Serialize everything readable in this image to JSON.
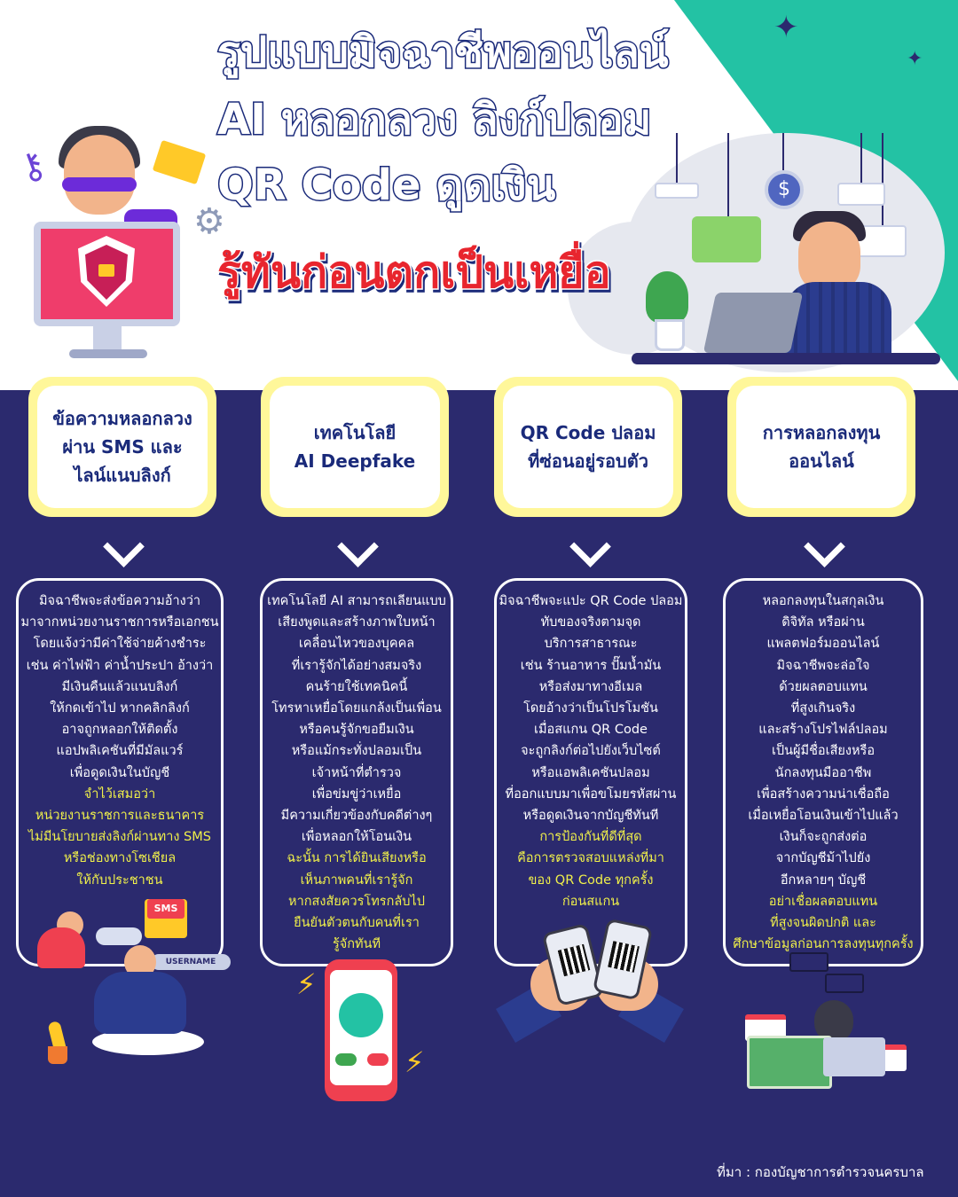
{
  "title": {
    "line1": "รูปแบบมิจฉาชีพออนไลน์",
    "line2": "AI หลอกลวง ลิงก์ปลอม",
    "line3": "QR Code ดูดเงิน",
    "line4": "รู้ทันก่อนตกเป็นเหยื่อ"
  },
  "colors": {
    "navy": "#2b2a6e",
    "teal": "#23c2a4",
    "yellow_highlight": "#f0f04a",
    "card_border": "#fff79a",
    "red": "#e8252e"
  },
  "icons": [
    "key-icon",
    "envelope-icon",
    "gear-icon",
    "shield-lock-icon",
    "credit-card-icon",
    "coin-icon",
    "sparkle-icon",
    "chevron-down-icon",
    "sms-icon",
    "phone-icon",
    "lightning-icon",
    "qr-code-icon",
    "money-icon"
  ],
  "illustration_text": {
    "sms_label": "SMS",
    "username_label": "USERNAME"
  },
  "cards": [
    {
      "heading": [
        "ข้อความหลอกลวง",
        "ผ่าน SMS และ",
        "ไลน์แนบลิงก์"
      ],
      "body": [
        "มิจฉาชีพจะส่งข้อความอ้างว่า",
        "มาจากหน่วยงานราชการหรือเอกชน",
        "โดยแจ้งว่ามีค่าใช้จ่ายค้างชำระ",
        "เช่น ค่าไฟฟ้า ค่าน้ำประปา อ้างว่า",
        "มีเงินคืนแล้วแนบลิงก์",
        "ให้กดเข้าไป หากคลิกลิงก์",
        "อาจถูกหลอกให้ติดตั้ง",
        "แอปพลิเคชันที่มีมัลแวร์",
        "เพื่อดูดเงินในบัญชี"
      ],
      "highlight": [
        "จำไว้เสมอว่า",
        "หน่วยงานราชการและธนาคาร",
        "ไม่มีนโยบายส่งลิงก์ผ่านทาง SMS",
        "หรือช่องทางโซเชียล",
        "ให้กับประชาชน"
      ]
    },
    {
      "heading": [
        "เทคโนโลยี",
        "AI Deepfake"
      ],
      "body": [
        "เทคโนโลยี AI สามารถเลียนแบบ",
        "เสียงพูดและสร้างภาพใบหน้า",
        "เคลื่อนไหวของบุคคล",
        "ที่เรารู้จักได้อย่างสมจริง",
        "คนร้ายใช้เทคนิคนี้",
        "โทรหาเหยื่อโดยแกล้งเป็นเพื่อน",
        "หรือคนรู้จักขอยืมเงิน",
        "หรือแม้กระทั่งปลอมเป็น",
        "เจ้าหน้าที่ตำรวจ",
        "เพื่อข่มขู่ว่าเหยื่อ",
        "มีความเกี่ยวข้องกับคดีต่างๆ",
        "เพื่อหลอกให้โอนเงิน"
      ],
      "highlight": [
        "ฉะนั้น การได้ยินเสียงหรือ",
        "เห็นภาพคนที่เรารู้จัก",
        "หากสงสัยควรโทรกลับไป",
        "ยืนยันตัวตนกับคนที่เรา",
        "รู้จักทันที"
      ]
    },
    {
      "heading": [
        "QR Code ปลอม",
        "ที่ซ่อนอยู่รอบตัว"
      ],
      "body": [
        "มิจฉาชีพจะแปะ QR Code ปลอม",
        "ทับของจริงตามจุด",
        "บริการสาธารณะ",
        "เช่น ร้านอาหาร ปั๊มน้ำมัน",
        "หรือส่งมาทางอีเมล",
        "โดยอ้างว่าเป็นโปรโมชัน",
        "เมื่อสแกน QR Code",
        "จะถูกลิงก์ต่อไปยังเว็บไซต์",
        "หรือแอพลิเคชันปลอม",
        "ที่ออกแบบมาเพื่อขโมยรหัสผ่าน",
        "หรือดูดเงินจากบัญชีทันที"
      ],
      "highlight": [
        "การป้องกันที่ดีที่สุด",
        "คือการตรวจสอบแหล่งที่มา",
        "ของ QR Code ทุกครั้ง",
        "ก่อนสแกน"
      ]
    },
    {
      "heading": [
        "การหลอกลงทุน",
        "ออนไลน์"
      ],
      "body": [
        "หลอกลงทุนในสกุลเงิน",
        "ดิจิทัล หรือผ่าน",
        "แพลตฟอร์มออนไลน์",
        "มิจฉาชีพจะล่อใจ",
        "ด้วยผลตอบแทน",
        "ที่สูงเกินจริง",
        "และสร้างโปรไฟล์ปลอม",
        "เป็นผู้มีชื่อเสียงหรือ",
        "นักลงทุนมืออาชีพ",
        "เพื่อสร้างความน่าเชื่อถือ",
        "เมื่อเหยื่อโอนเงินเข้าไปแล้ว",
        "เงินก็จะถูกส่งต่อ",
        "จากบัญชีม้าไปยัง",
        "อีกหลายๆ บัญชี"
      ],
      "highlight": [
        "อย่าเชื่อผลตอบแทน",
        "ที่สูงจนผิดปกติ และ",
        "ศึกษาข้อมูลก่อนการลงทุนทุกครั้ง"
      ]
    }
  ],
  "source": "ที่มา : กองบัญชาการตำรวจนครบาล"
}
